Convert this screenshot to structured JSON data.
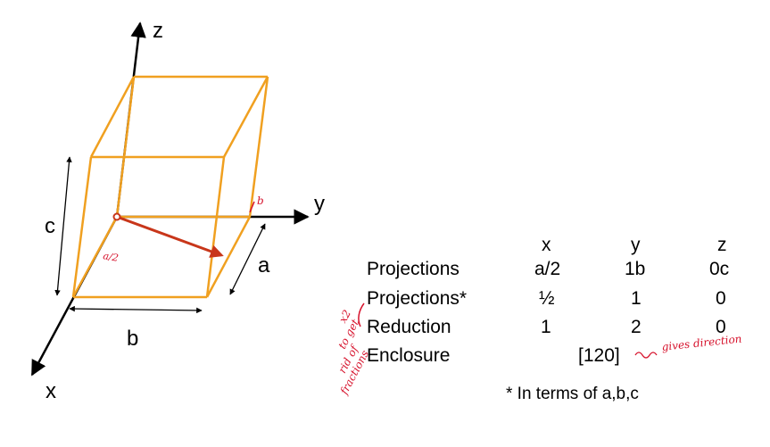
{
  "diagram": {
    "axes": {
      "x": "x",
      "y": "y",
      "z": "z"
    },
    "dimensions": {
      "a": "a",
      "b": "b",
      "c": "c"
    },
    "vector_label_a": "a/2",
    "vector_label_b": "b"
  },
  "table": {
    "col_headers": [
      "x",
      "y",
      "z"
    ],
    "rows": [
      {
        "label": "Projections",
        "values": [
          "a/2",
          "1b",
          "0c"
        ]
      },
      {
        "label": "Projections*",
        "values": [
          "½",
          "1",
          "0"
        ]
      },
      {
        "label": "Reduction",
        "values": [
          "1",
          "2",
          "0"
        ]
      }
    ],
    "enclosure_label": "Enclosure",
    "enclosure_value": "[120]",
    "footnote": "* In terms of a,b,c"
  },
  "handwriting": {
    "side_note_lines": [
      "x2",
      "to get",
      "rid of",
      "fractions"
    ],
    "right_note": "gives direction"
  },
  "colors": {
    "box": "#f0a020",
    "vector": "#c8361a",
    "ink": "#d6112b",
    "axes": "#000000"
  }
}
